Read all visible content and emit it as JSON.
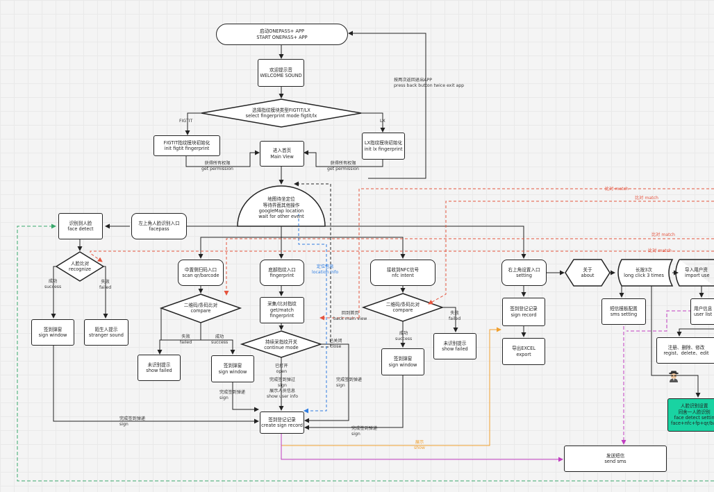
{
  "nodes": {
    "start": "启动ONEPASS+ APP\nSTART ONEPASS+ APP",
    "welcome": "欢迎提示音\nWELCOME SOUND",
    "select_mode": "选择指纹模块类型FIGTIT/LX\nselect fingerprint mode figtit/lx",
    "figtit_init": "FIGTIT指纹模块初始化\ninit figtit fingerprint",
    "lx_init": "LX指纹模块初始化\ninit lx fingerprint",
    "main_view": "进入首页\nMain View",
    "map_wait": "地图待坐定位\n等待界面其他操作\ngoogleMap location\nwait for other event",
    "face_entry": "左上角人脸识别入口\nfacepass",
    "face_detect": "识别到人脸\nface detect",
    "face_compare": "人脸比对\nrecognize",
    "sign_window_face": "签到弹窗\nsign window",
    "stranger": "陌生人提示\nstranger sound",
    "scan_entry": "中置侧扫码入口\nscan qr/barcode",
    "qr_compare": "二维码/条码比对\ncompare",
    "show_failed_qr": "未识别提示\nshow failed",
    "sign_window_qr": "签到弹窗\nsign window",
    "fp_entry": "底部指纹入口\nfingerprint",
    "fp_match": "采集/比对指纹\nget/match\nfingerprint",
    "continue_mode": "持续采指纹开关\ncontinue mode",
    "nfc_entry": "接收到NFC信号\nnfc intent",
    "nfc_compare": "二维码/条码比对\ncompare",
    "nfc_sign_window": "签到弹窗\nsign window",
    "nfc_show_failed": "未识别提示\nshow failed",
    "create_record": "签到登记记录\ncreate sign record",
    "send_sms": "发送短信\nsend sms",
    "setting": "右上角设置入口\nsetting",
    "about": "关于\nabout",
    "long_click": "长按3次\nlong click 3 times",
    "import_user": "导入用户资\nimport use",
    "sign_record": "签到登记记录\nsign record",
    "export": "导出EXCEL\nexport",
    "sms_setting": "短信模板配置\nsms setting",
    "user_list": "用户信息\nuser list",
    "register_edit": "注册、删除、修改\nregist、delete、edit",
    "face_setting": "人脸识别设置\n同舍一人脸识别\nface detect settin\nface+nfc+fp+qr/bar"
  },
  "labels": {
    "figtit": "FIGTIT",
    "lx": "LX",
    "get_perm_left": "获得所有权限\nget permission",
    "get_perm_right": "获得所有权限\nget permission",
    "back_twice": "按两次返回退出APP\npress back button twice exit app",
    "face_success": "成功\nsuccess",
    "face_failed": "失败\nfailed",
    "qr_failed": "失败\nfailed",
    "qr_success": "成功\nsuccess",
    "nfc_success": "成功\nsuccess",
    "nfc_failed": "失败\nfailed",
    "open": "已打开\nopen",
    "close": "已关闭\nclose",
    "after_open": "完成签到弹过\nsign\n展示人员信息\nshow user info",
    "back_main": "回到首页\nback main view",
    "location_info": "定位信息\nlocation info",
    "sign_done_face": "完成签到弹递\nsign",
    "sign_done_qr": "完成签到弹递\nsign",
    "sign_done_fp": "完成签到弹递\nsign",
    "sign_done_nfc": "完成签到弹递\nsign",
    "show": "展示\nshow",
    "match1": "比对 match",
    "match2": "比对 match",
    "match3": "比对 match",
    "match4": "比对 match"
  },
  "colors": {
    "line": "#222222",
    "compare_red": "#e5533d",
    "location_blue": "#2f7de1",
    "show_orange": "#f0a030",
    "sms_magenta": "#c03cc0",
    "face_green": "#39a86b",
    "setting_green_fill": "#19d3a2"
  },
  "icons": {
    "spy": "spy-icon"
  }
}
